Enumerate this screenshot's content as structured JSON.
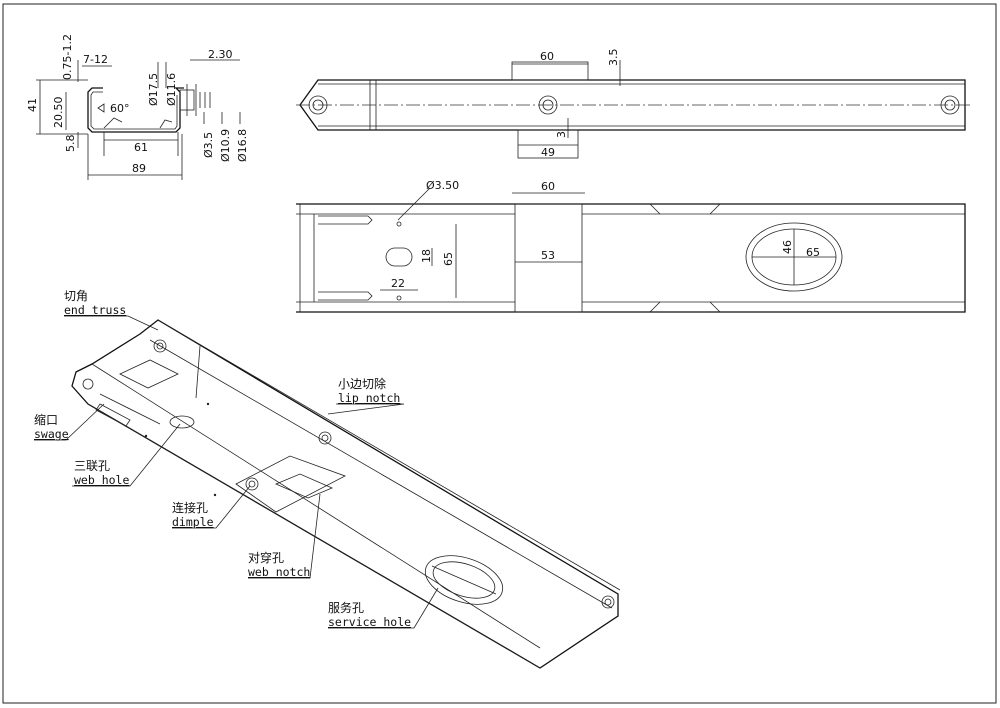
{
  "section_dims": {
    "lip": "0.75-1.2",
    "flange_w": "7-12",
    "d17": "Ø17.5",
    "d11": "Ø11.6",
    "thick": "2.30",
    "h41": "41",
    "h20": "20.50",
    "angle": "60°",
    "h5": "5.8",
    "w61": "61",
    "w89": "89",
    "d3": "Ø3.5",
    "d10": "Ø10.9",
    "d16": "Ø16.8"
  },
  "top_view_dims": {
    "w60": "60",
    "d3_5": "3.5",
    "w49": "49",
    "d3": "3"
  },
  "plan_view_dims": {
    "hole_dia": "Ø3.50",
    "w60": "60",
    "w53": "53",
    "w22": "22",
    "h18": "18",
    "h65": "65",
    "sh46": "46",
    "sh65": "65"
  },
  "callouts": {
    "end_truss_cn": "切角",
    "end_truss_en": "end truss",
    "lip_notch_cn": "小边切除",
    "lip_notch_en": "lip notch",
    "swage_cn": "缩口",
    "swage_en": "swage",
    "web_hole_cn": "三联孔",
    "web_hole_en": "web hole",
    "dimple_cn": "连接孔",
    "dimple_en": "dimple",
    "web_notch_cn": "对穿孔",
    "web_notch_en": "web notch",
    "service_hole_cn": "服务孔",
    "service_hole_en": "service hole"
  }
}
